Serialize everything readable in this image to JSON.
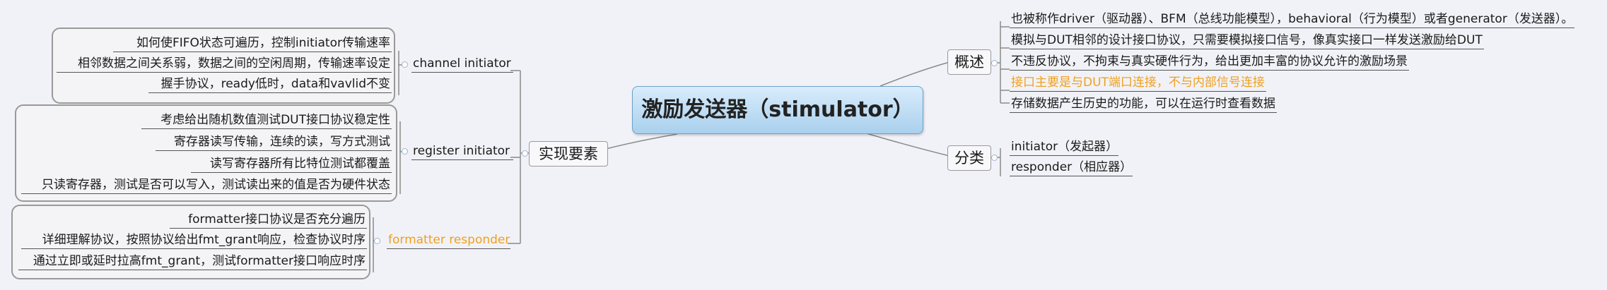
{
  "root": {
    "label": "激励发送器（stimulator）"
  },
  "branches": {
    "overview": {
      "label": "概述",
      "items": [
        "也被称作driver（驱动器）、BFM（总线功能模型），behavioral（行为模型）或者generator（发送器）。",
        "模拟与DUT相邻的设计接口协议，只需要模拟接口信号，像真实接口一样发送激励给DUT",
        "不违反协议，不拘束与真实硬件行为，给出更加丰富的协议允许的激励场景",
        "接口主要是与DUT端口连接，不与内部信号连接",
        "存储数据产生历史的功能，可以在运行时查看数据"
      ]
    },
    "classify": {
      "label": "分类",
      "items": [
        "initiator（发起器）",
        "responder（相应器）"
      ]
    },
    "impl": {
      "label": "实现要素",
      "children": [
        {
          "label": "channel initiator",
          "items": [
            "如何使FIFO状态可遍历，控制initiator传输速率",
            "相邻数据之间关系弱，数据之间的空闲周期，传输速率设定",
            "握手协议，ready低时，data和vavlid不变"
          ]
        },
        {
          "label": "register initiator",
          "items": [
            "考虑给出随机数值测试DUT接口协议稳定性",
            "寄存器读写传输，连续的读，写方式测试",
            "读写寄存器所有比特位测试都覆盖",
            "只读寄存器，测试是否可以写入，测试读出来的值是否为硬件状态"
          ]
        },
        {
          "label": "formatter responder",
          "items": [
            "formatter接口协议是否充分遍历",
            "详细理解协议，按照协议给出fmt_grant响应，检查协议时序",
            "通过立即或延时拉高fmt_grant，测试formatter接口响应时序"
          ]
        }
      ]
    }
  },
  "colors": {
    "highlight": "#f0a020",
    "root_fill": "#bcdcf4"
  }
}
